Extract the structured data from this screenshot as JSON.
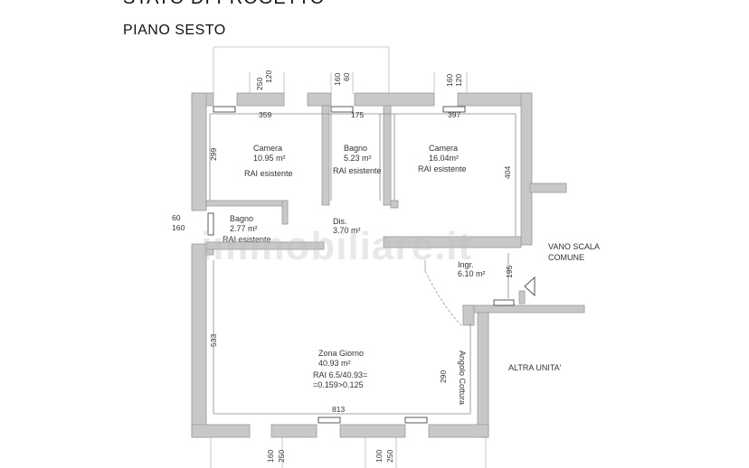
{
  "header": {
    "title": "STATO DI PROGETTO",
    "subtitle": "PIANO SESTO"
  },
  "watermark": "immobiliare.it",
  "rooms": {
    "camera1": {
      "name": "Camera",
      "area": "10.95 m²",
      "note": "RAI esistente"
    },
    "bagno1": {
      "name": "Bagno",
      "area": "5.23 m²",
      "note": "RAI esistente"
    },
    "camera2": {
      "name": "Camera",
      "area": "16.04m²",
      "note": "RAI esistente"
    },
    "bagno2": {
      "name": "Bagno",
      "area": "2.77 m²",
      "note": "RAI esistente"
    },
    "dis": {
      "name": "Dis.",
      "area": "3.70 m²"
    },
    "ingr": {
      "name": "Ingr.",
      "area": "6.10 m²"
    },
    "zona_giorno": {
      "name": "Zona Giorno",
      "area": "40.93 m²",
      "rai_line1": "RAI 6.5/40.93=",
      "rai_line2": "=0.159>0.125"
    }
  },
  "labels": {
    "vano_scala_1": "VANO SCALA",
    "vano_scala_2": "COMUNE",
    "altra_unita": "ALTRA UNITA'",
    "angolo_cottura": "Angolo Cottura"
  },
  "dimensions": {
    "top_w1_a": "250",
    "top_w1_b": "120",
    "top_w2_a": "160",
    "top_w2_b": "60",
    "top_w3_a": "160",
    "top_w3_b": "120",
    "room1_width": "359",
    "bath1_width": "175",
    "room2_width": "397",
    "room1_height": "299",
    "room2_height": "404",
    "left_win_a": "60",
    "left_win_b": "160",
    "ingr_height": "195",
    "zona_height": "533",
    "kitchen_height": "290",
    "zona_width": "813",
    "bot_w1_a": "160",
    "bot_w1_b": "250",
    "bot_w2_a": "100",
    "bot_w2_b": "250"
  }
}
